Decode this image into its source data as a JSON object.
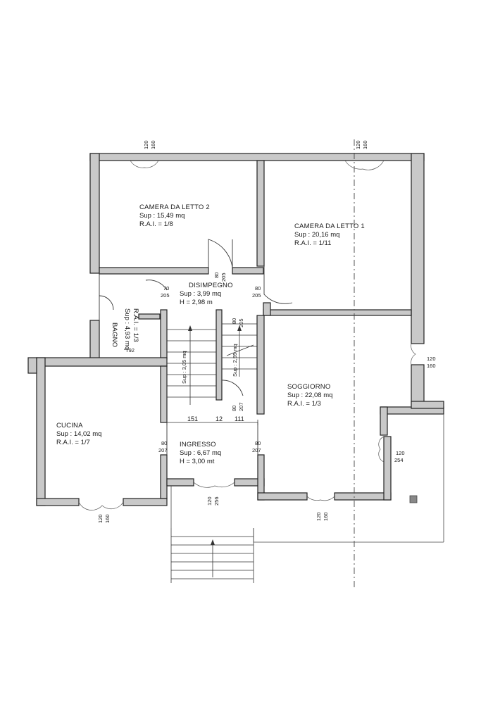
{
  "rooms": {
    "camera2": {
      "name": "CAMERA DA  LETTO 2",
      "sup": "Sup : 15,49 mq",
      "rai": "R.A.I. = 1/8"
    },
    "camera1": {
      "name": "CAMERA DA  LETTO 1",
      "sup": "Sup : 20,16 mq",
      "rai": "R.A.I. = 1/11"
    },
    "disimpegno": {
      "name": "DISIMPEGNO",
      "sup": "Sup : 3,99 mq",
      "h": "H = 2,98 m"
    },
    "bagno": {
      "name": "BAGNO",
      "sup": "Sup : 4,93 mq",
      "rai": "R.A.I. = 1/3"
    },
    "soggiorno": {
      "name": "SOGGIORNO",
      "sup": "Sup : 22,08 mq",
      "rai": "R.A.I. = 1/3"
    },
    "cucina": {
      "name": "CUCINA",
      "sup": "Sup : 14,02 mq",
      "rai": "R.A.I. = 1/7"
    },
    "ingresso": {
      "name": "INGRESSO",
      "sup": "Sup : 6,67 mq",
      "h": "H = 3,00 mt"
    },
    "scala1": {
      "sup": "Sup : 3,05 mq"
    },
    "scala2": {
      "sup": "Sup : 2,95 mq"
    }
  },
  "dims": {
    "w120": "120",
    "w160": "160",
    "w254": "254",
    "w256": "256",
    "d80": "80",
    "d70": "70",
    "d205": "205",
    "d207": "207",
    "b92": "T92",
    "s151": "151",
    "s12": "12",
    "s111": "111"
  }
}
